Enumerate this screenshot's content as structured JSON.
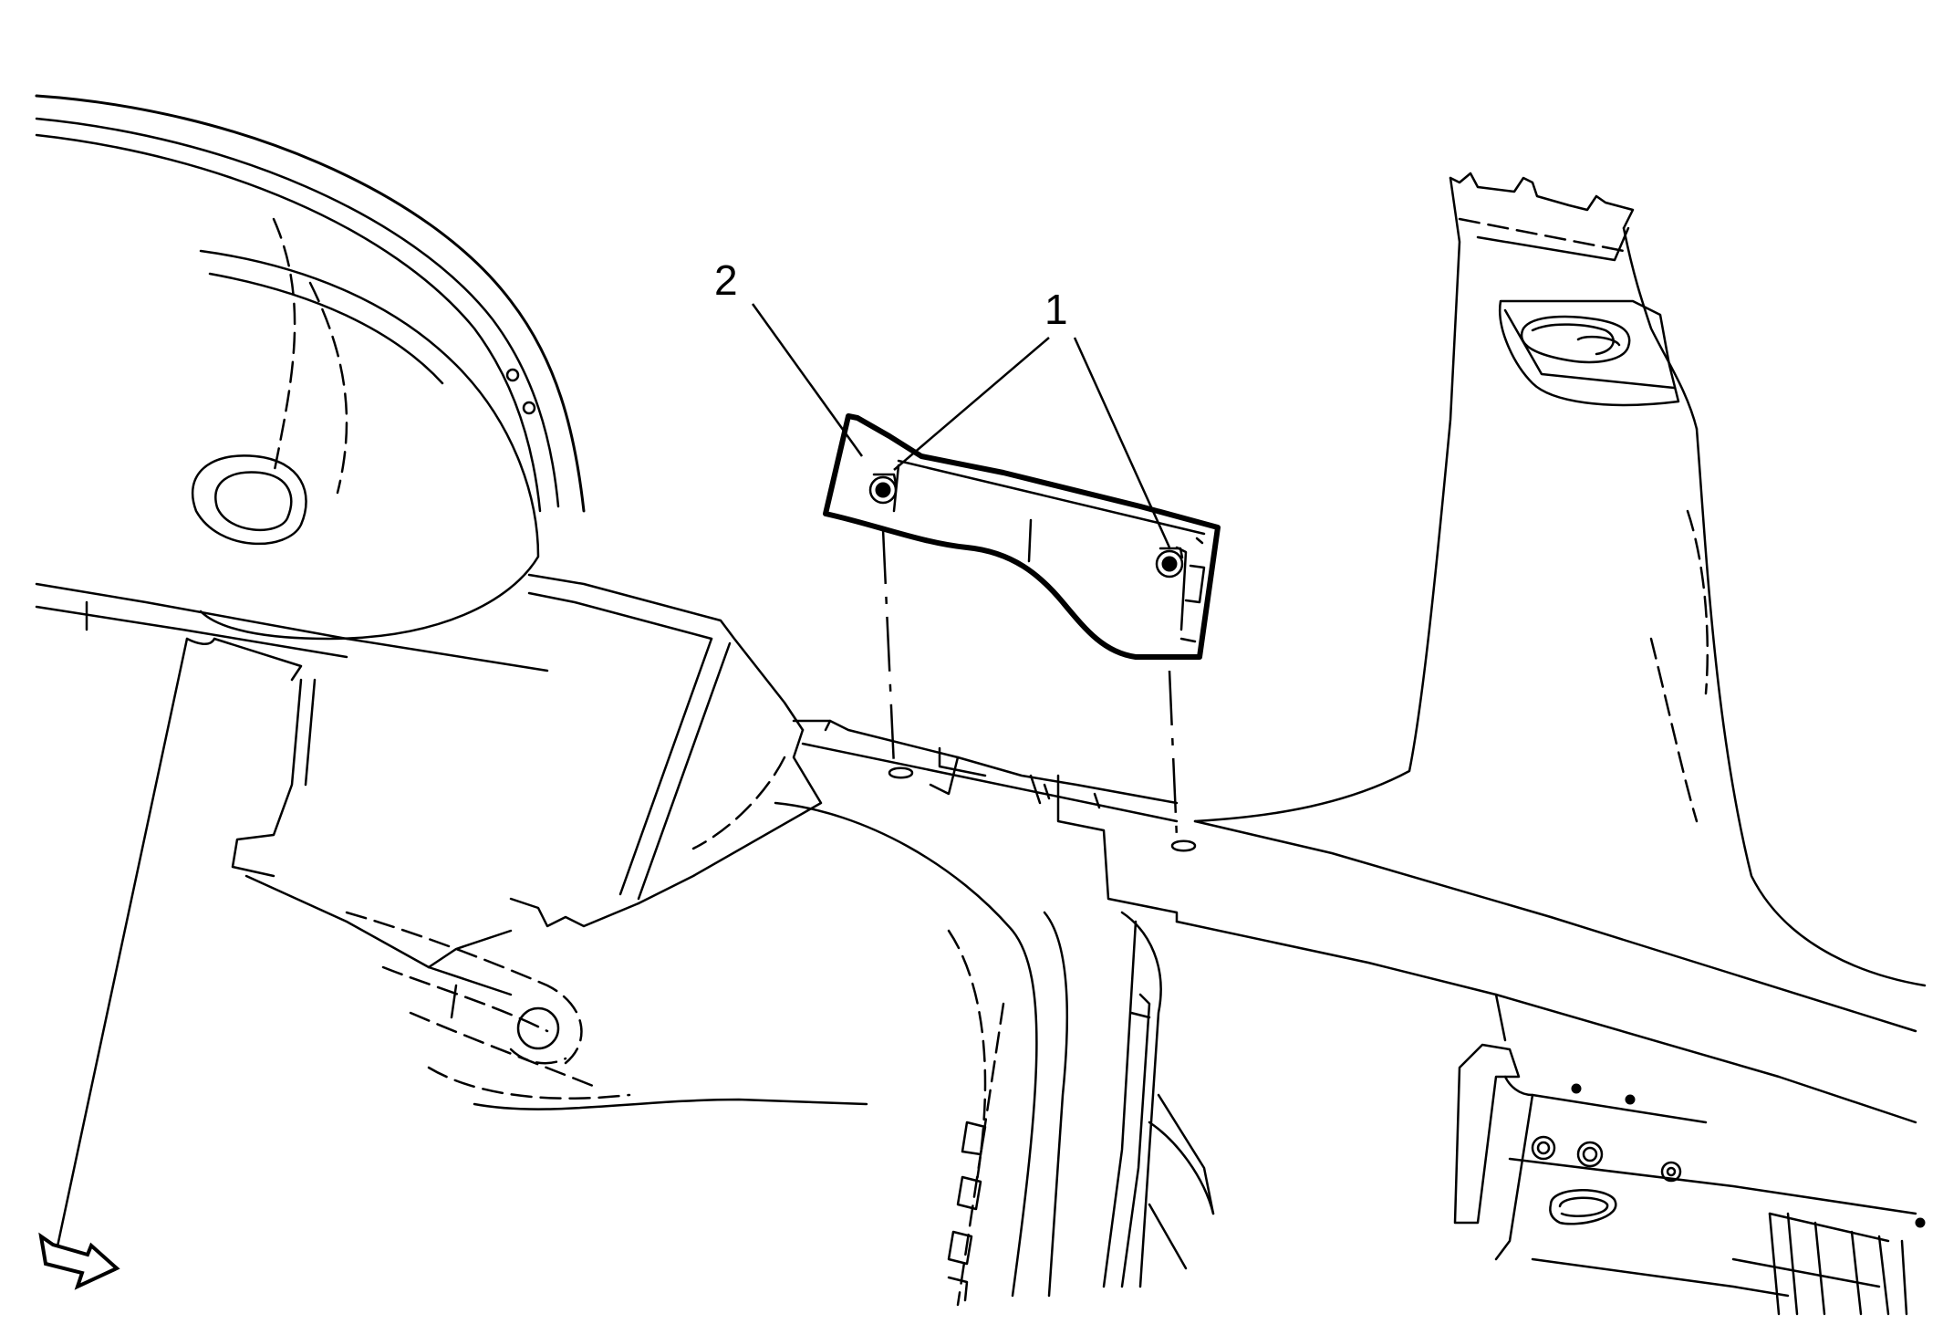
{
  "callouts": [
    {
      "id": "1",
      "label": "1"
    },
    {
      "id": "2",
      "label": "2"
    }
  ],
  "icons": {
    "view_arrow": "front-direction-arrow-icon",
    "fastener": "push-pin-retainer-icon"
  },
  "colors": {
    "line": "#000000",
    "background": "#ffffff"
  }
}
